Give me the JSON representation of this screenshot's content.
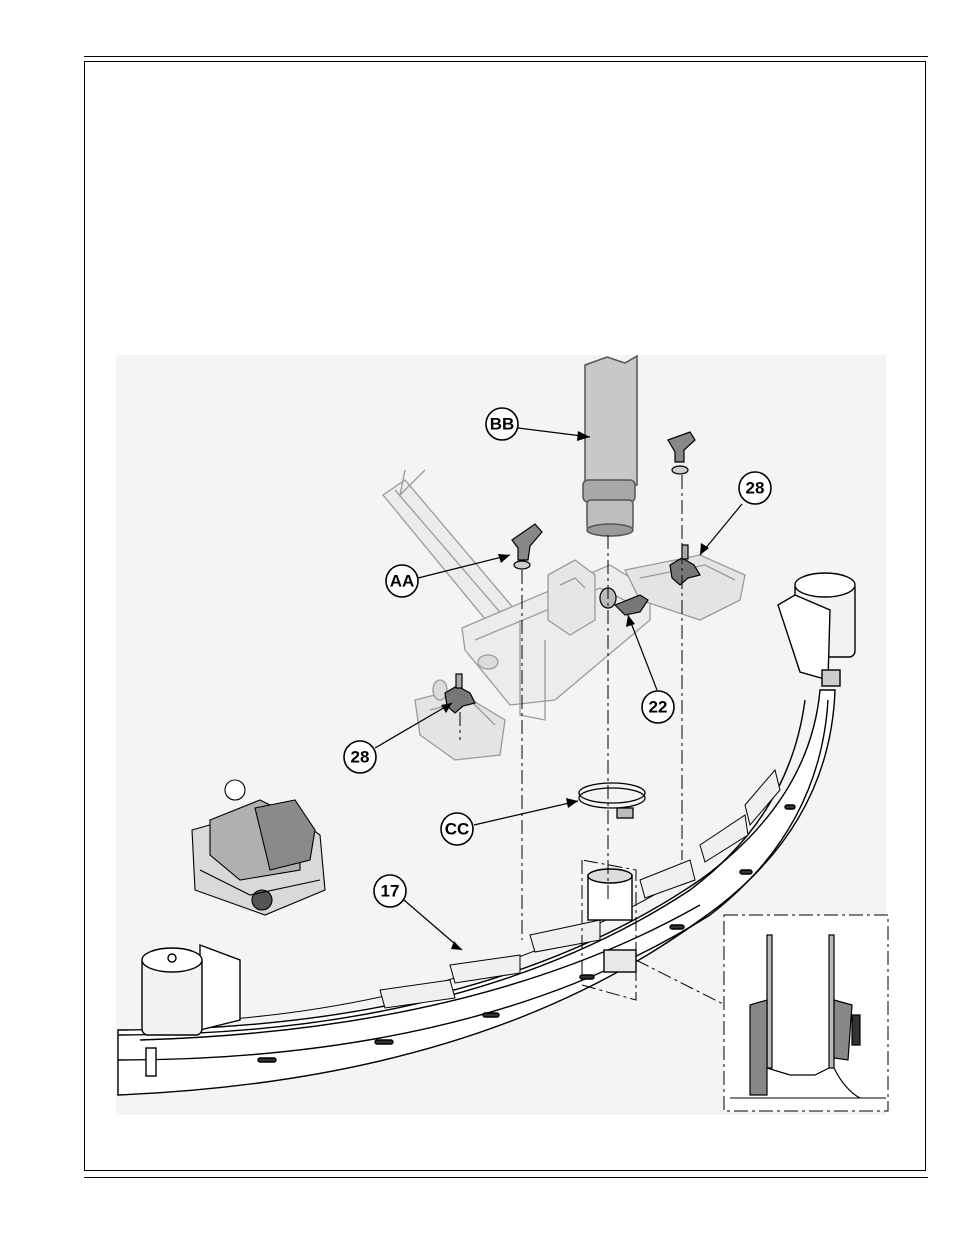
{
  "callouts": {
    "bb": "BB",
    "aa": "AA",
    "c28_top": "28",
    "c22": "22",
    "c28_left": "28",
    "cc": "CC",
    "c17": "17"
  }
}
